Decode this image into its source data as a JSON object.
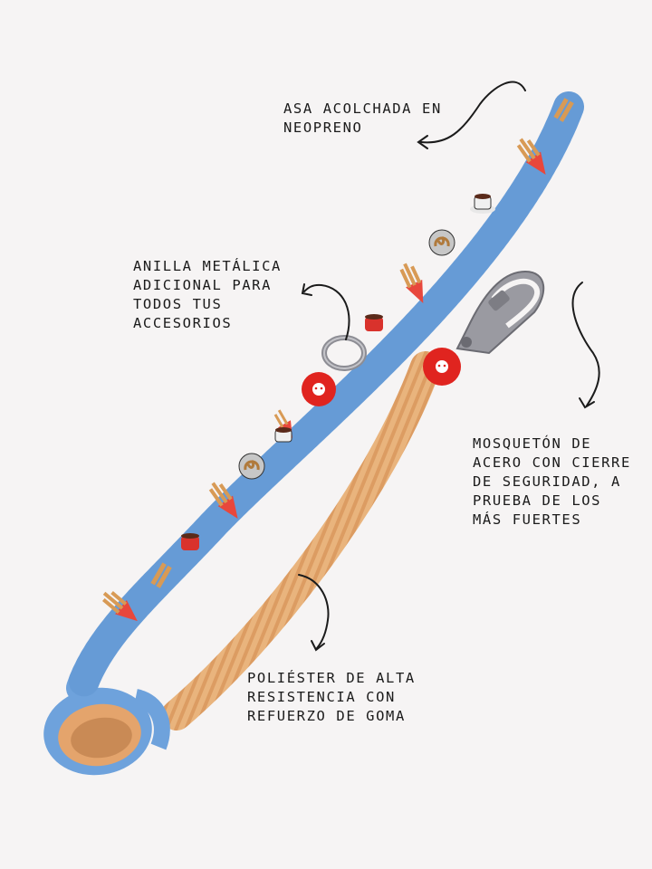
{
  "captions": {
    "handle": [
      "ASA ACOLCHADA EN",
      "NEOPRENO"
    ],
    "ring": [
      "ANILLA METÁLICA",
      "ADICIONAL PARA",
      "TODOS TUS",
      "ACCESORIOS"
    ],
    "clip": [
      "MOSQUETÓN DE",
      "ACERO CON CIERRE",
      "DE SEGURIDAD, A",
      "PRUEBA DE LOS",
      "MÁS FUERTES"
    ],
    "material": [
      "POLIÉSTER DE ALTA",
      "RESISTENCIA CON",
      "REFUERZO DE GOMA"
    ]
  },
  "colors": {
    "background": "#f6f4f4",
    "strap_blue": "#6ea2dc",
    "padding_orange": "#e6b07a",
    "tag_red": "#e0241f",
    "metal": "#8d8d94",
    "text": "#1b1b1b"
  },
  "icons": [
    "churro-cup-icon",
    "coffee-cup-icon",
    "cocoa-mug-icon",
    "pretzel-icon",
    "metal-ring-icon",
    "carabiner-icon",
    "brand-tag-icon",
    "curved-arrow-icon"
  ]
}
